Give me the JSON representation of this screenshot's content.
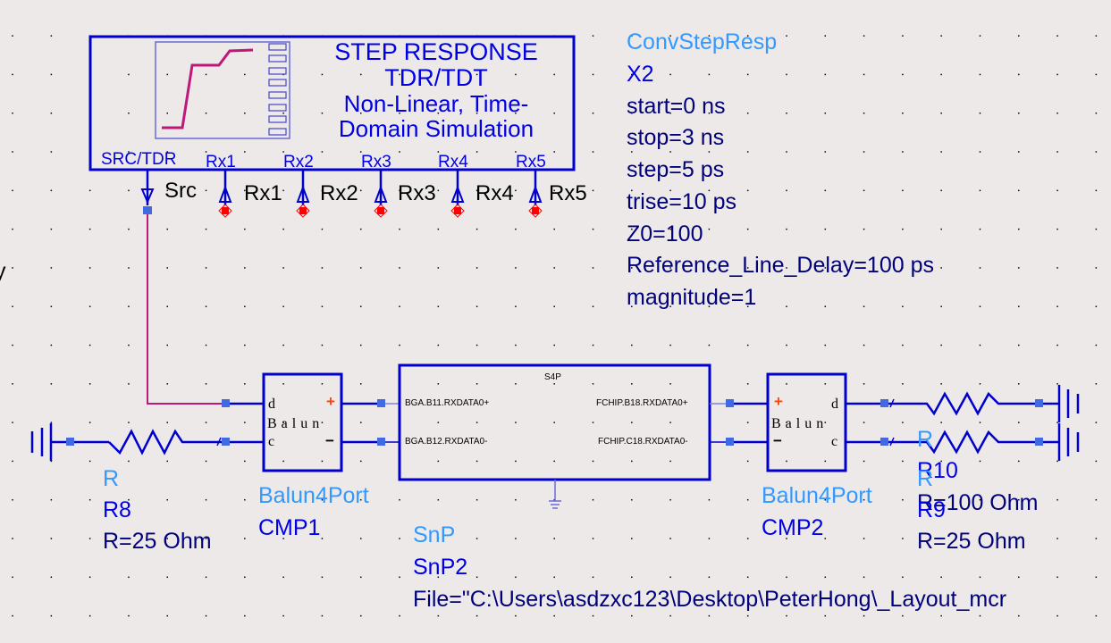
{
  "step_response_block": {
    "title_lines": [
      "STEP RESPONSE",
      "TDR/TDT",
      "Non-Linear, Time-",
      "Domain Simulation"
    ],
    "ports": [
      "SRC/TDR",
      "Rx1",
      "Rx2",
      "Rx3",
      "Rx4",
      "Rx5"
    ],
    "pin_labels": [
      "Src",
      "Rx1",
      "Rx2",
      "Rx3",
      "Rx4",
      "Rx5"
    ]
  },
  "conv_step_resp": {
    "type": "ConvStepResp",
    "instance": "X2",
    "params": [
      "start=0 ns",
      "stop=3 ns",
      "step=5 ps",
      "trise=10 ps",
      "Z0=100",
      "Reference_Line_Delay=100 ps",
      "magnitude=1"
    ]
  },
  "left_edge_fragment": "y",
  "r8": {
    "type": "R",
    "instance": "R8",
    "value": "R=25 Ohm"
  },
  "balun1": {
    "type": "Balun4Port",
    "instance": "CMP1",
    "body": "Balun",
    "pin_d": "d",
    "pin_c": "c",
    "plus": "+",
    "minus": "−"
  },
  "snp": {
    "type": "SnP",
    "instance": "SnP2",
    "header": "S4P",
    "file": "File=\"C:\\Users\\asdzxc123\\Desktop\\PeterHong\\_Layout_mcr",
    "ports_left": [
      "BGA.B11.RXDATA0+",
      "BGA.B12.RXDATA0-"
    ],
    "ports_right": [
      "FCHIP.B18.RXDATA0+",
      "FCHIP.C18.RXDATA0-"
    ]
  },
  "balun2": {
    "type": "Balun4Port",
    "instance": "CMP2",
    "body": "Balun",
    "pin_d": "d",
    "pin_c": "c",
    "plus": "+",
    "minus": "−"
  },
  "r10": {
    "type": "R",
    "instance": "R10",
    "value": "R=100 Ohm"
  },
  "r9": {
    "type": "R",
    "instance": "R9",
    "value": "R=25 Ohm"
  },
  "colors": {
    "wire": "#0000cc",
    "net_pink": "#c0187a",
    "pin_square": "#4169e1",
    "rx_marker": "#ff0000",
    "plus": "#ff4400",
    "background": "#ede9e9"
  }
}
